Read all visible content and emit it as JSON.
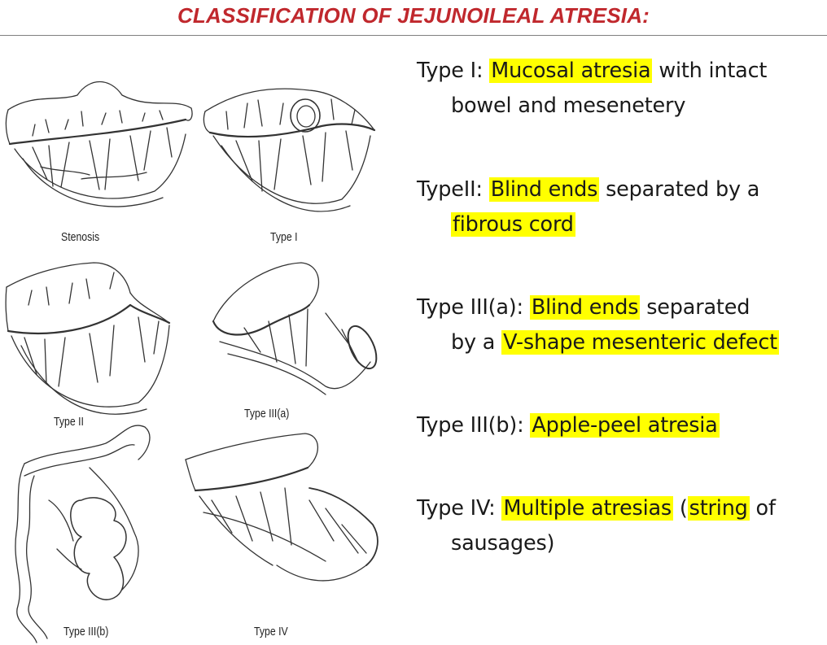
{
  "title": "CLASSIFICATION OF JEJUNOILEAL ATRESIA:",
  "figure": {
    "captions": {
      "stenosis": "Stenosis",
      "type1": "Type I",
      "type2": "Type II",
      "type3a": "Type III(a)",
      "type3b": "Type III(b)",
      "type4": "Type IV"
    }
  },
  "types": [
    {
      "label": "Type I: ",
      "highlight": "Mucosal atresia",
      "line1_rest": " with intact",
      "line2": "bowel and mesenetery"
    },
    {
      "label": "TypeII: ",
      "highlight": "Blind ends",
      "line1_rest": " separated by a",
      "line2_highlight": "fibrous cord"
    },
    {
      "label": "Type III(a): ",
      "highlight": "Blind ends",
      "line1_rest": " separated",
      "line2_pre": "by a ",
      "line2_highlight": "V-shape mesenteric defect"
    },
    {
      "label": "Type III(b): ",
      "highlight": "Apple-peel atresia"
    },
    {
      "label": "Type IV: ",
      "highlight": "Multiple atresias",
      "line1_mid": " (",
      "highlight2": "string",
      "line1_rest": " of",
      "line2": "sausages)"
    }
  ],
  "colors": {
    "title": "#c0282d",
    "highlight": "#ffff00"
  }
}
